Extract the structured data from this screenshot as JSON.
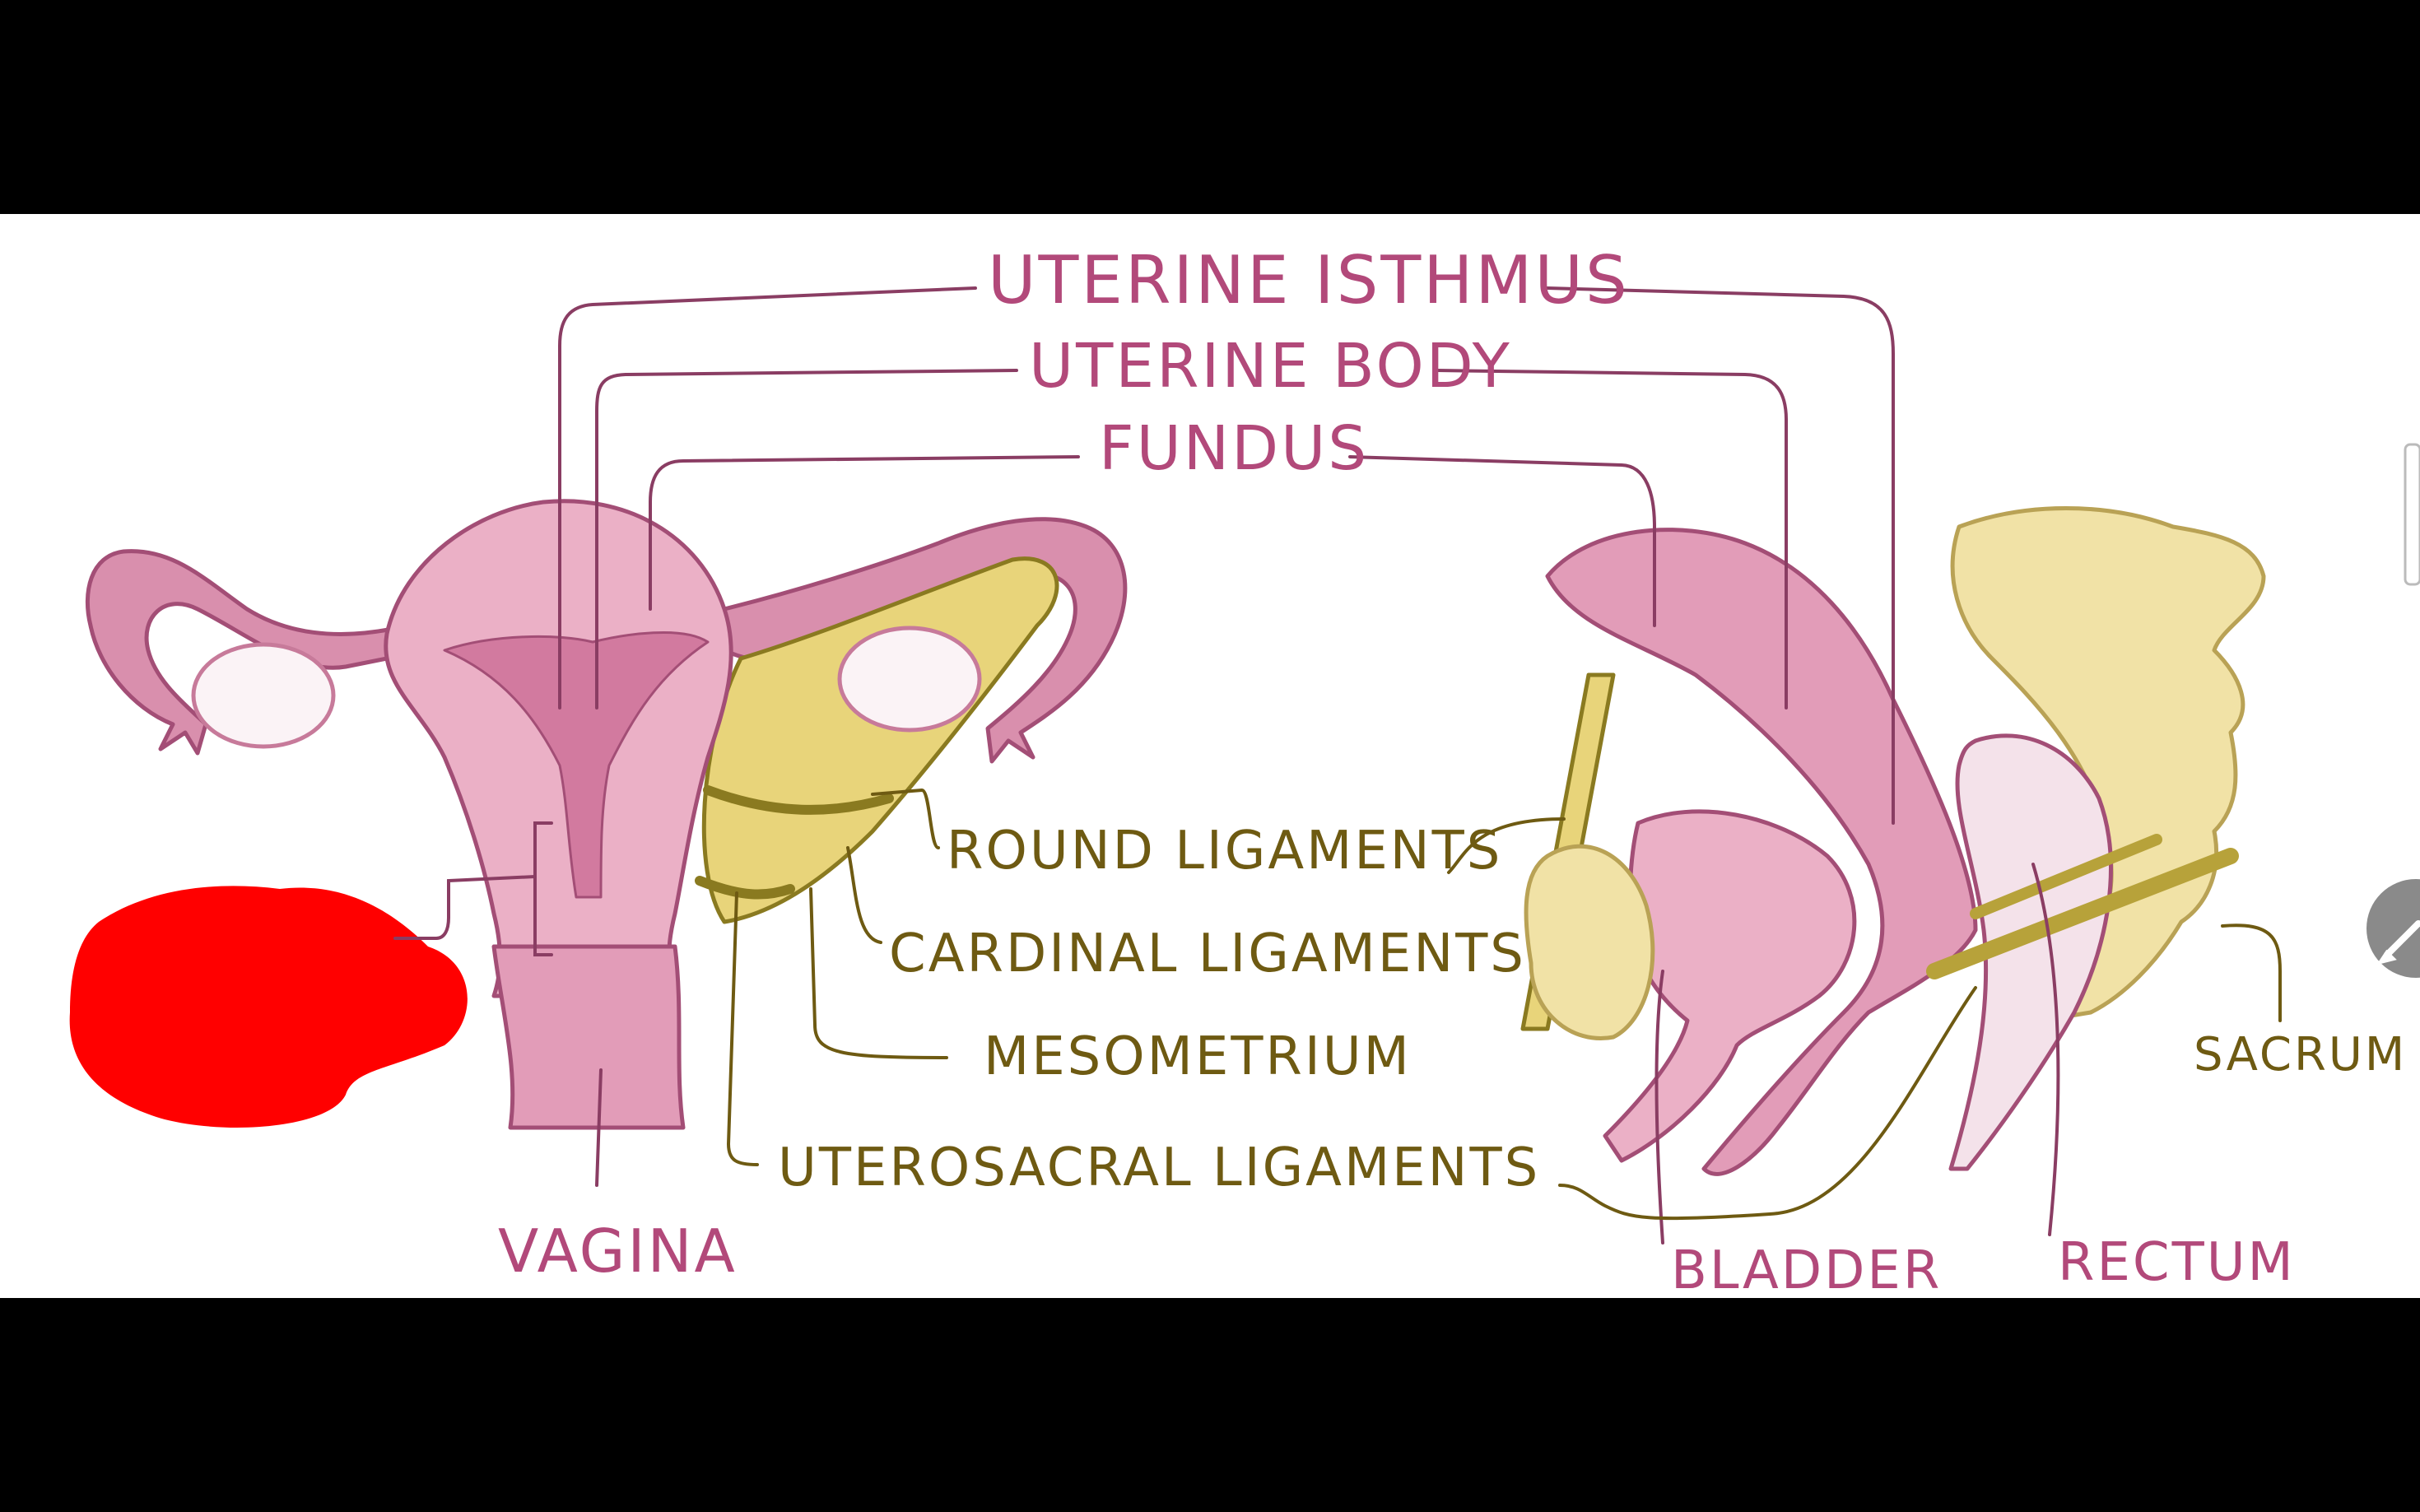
{
  "labels": {
    "uterine_isthmus": "UTERINE ISTHMUS",
    "uterine_body": "UTERINE BODY",
    "fundus": "FUNDUS",
    "round_ligaments": "ROUND LIGAMENTS",
    "cardinal_ligaments": "CARDINAL LIGAMENTS",
    "mesometrium": "MESOMETRIUM",
    "uterosacral_ligaments": "UTEROSACRAL LIGAMENTS",
    "vagina": "VAGINA",
    "bladder": "BLADDER",
    "rectum": "RECTUM",
    "sacrum": "SACRUM"
  },
  "colors": {
    "background": "#000000",
    "canvas": "#ffffff",
    "pink_label": "#b2497a",
    "olive_label": "#6e5a12",
    "redaction": "#ff0000",
    "edit_button": "#8a8a8a"
  },
  "icons": {
    "edit": "pencil-icon"
  }
}
